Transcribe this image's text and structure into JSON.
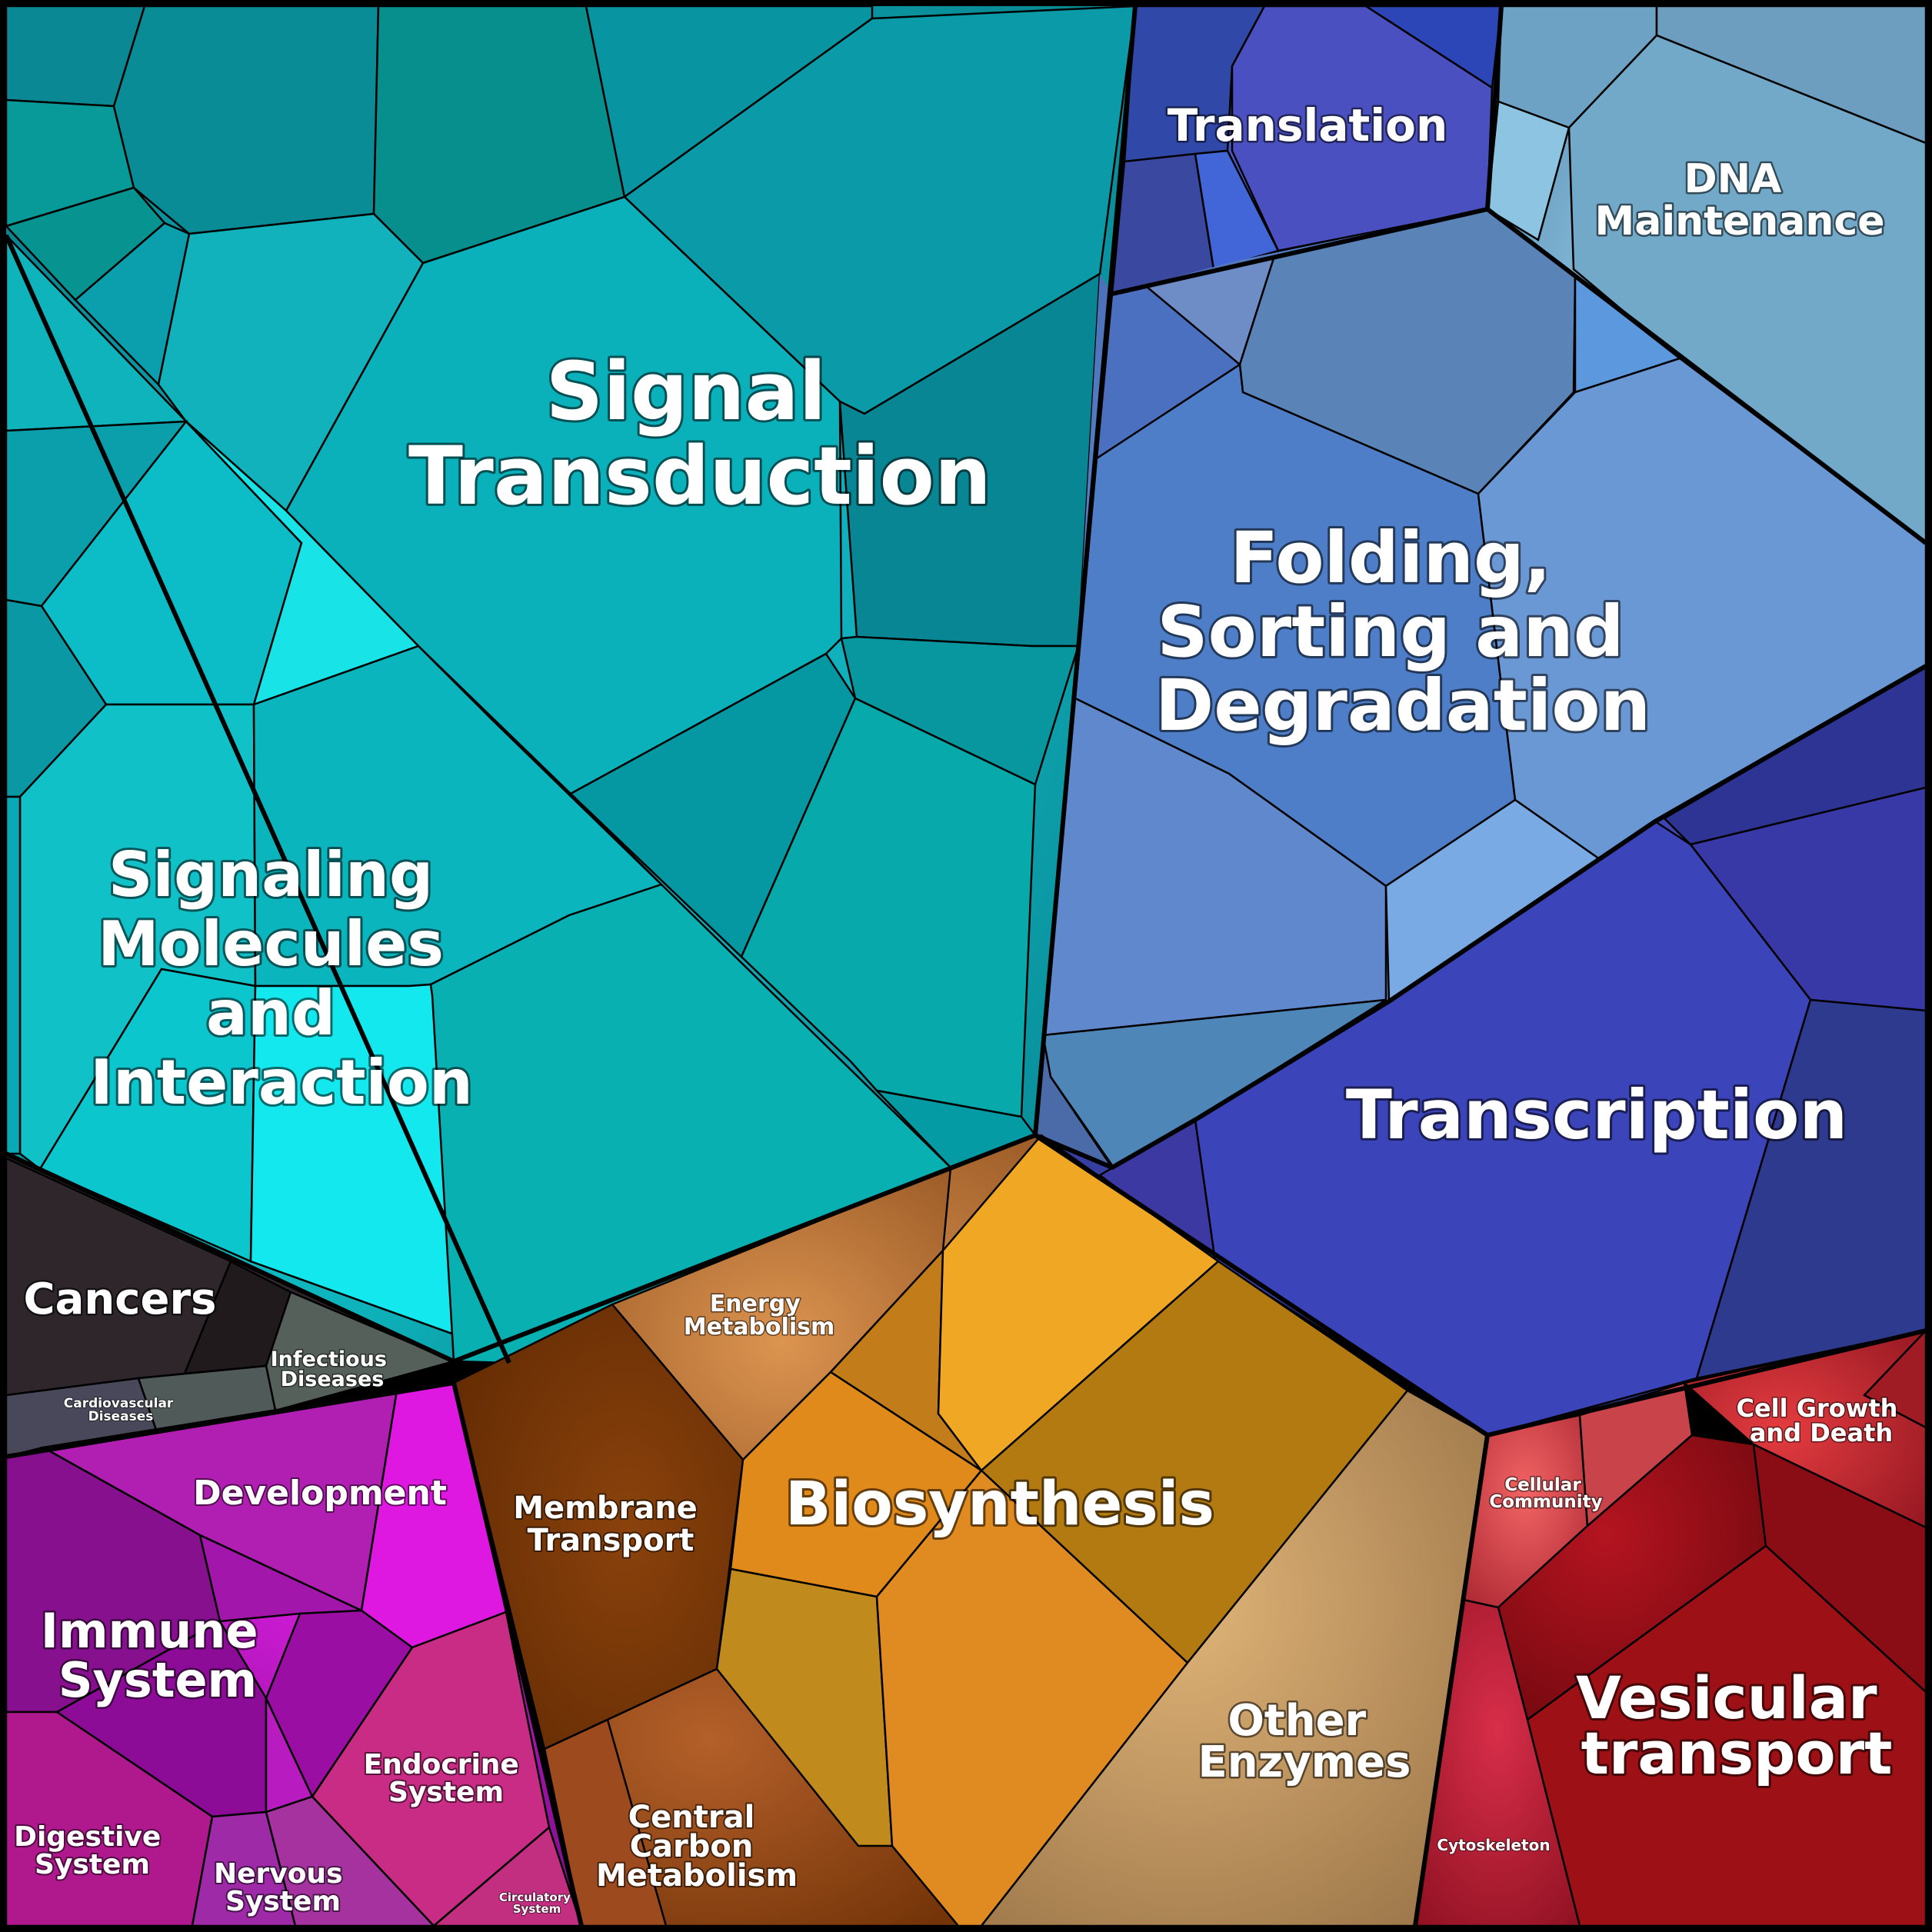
{
  "regions": [
    {
      "id": "signal-transduction",
      "label": [
        "Signal",
        "Transduction"
      ],
      "color": "#0aa3ad"
    },
    {
      "id": "signaling-molecules",
      "label": [
        "Signaling",
        "Molecules",
        "and",
        "Interaction"
      ],
      "color": "#10bec6"
    },
    {
      "id": "translation",
      "label": [
        "Translation"
      ],
      "color": "#4a5bd6"
    },
    {
      "id": "dna-maintenance",
      "label": [
        "DNA",
        "Maintenance"
      ],
      "color": "#7fb8d6"
    },
    {
      "id": "folding-sorting-degradation",
      "label": [
        "Folding,",
        "Sorting and",
        "Degradation"
      ],
      "color": "#5f8fd6"
    },
    {
      "id": "transcription",
      "label": [
        "Transcription"
      ],
      "color": "#3a3fae"
    },
    {
      "id": "cancers",
      "label": [
        "Cancers"
      ],
      "color": "#2c2428"
    },
    {
      "id": "infectious-diseases",
      "label": [
        "Infectious",
        "Diseases"
      ],
      "color": "#56605a"
    },
    {
      "id": "cardiovascular-diseases",
      "label": [
        "Cardiovascular",
        "Diseases"
      ],
      "color": "#464654"
    },
    {
      "id": "development",
      "label": [
        "Development"
      ],
      "color": "#c21dc4"
    },
    {
      "id": "immune-system",
      "label": [
        "Immune",
        "System"
      ],
      "color": "#8a0e96"
    },
    {
      "id": "endocrine-system",
      "label": [
        "Endocrine",
        "System"
      ],
      "color": "#d02a82"
    },
    {
      "id": "digestive-system",
      "label": [
        "Digestive",
        "System"
      ],
      "color": "#b01890"
    },
    {
      "id": "nervous-system",
      "label": [
        "Nervous",
        "System"
      ],
      "color": "#a02aa8"
    },
    {
      "id": "circulatory-system",
      "label": [
        "Circulatory",
        "System"
      ],
      "color": "#bd2f7e"
    },
    {
      "id": "energy-metabolism",
      "label": [
        "Energy",
        "Metabolism"
      ],
      "color": "#c0783a"
    },
    {
      "id": "membrane-transport",
      "label": [
        "Membrane",
        "Transport"
      ],
      "color": "#7a3606"
    },
    {
      "id": "biosynthesis",
      "label": [
        "Biosynthesis"
      ],
      "color": "#d28a1c"
    },
    {
      "id": "central-carbon-metabolism",
      "label": [
        "Central",
        "Carbon",
        "Metabolism"
      ],
      "color": "#a0501c"
    },
    {
      "id": "other-enzymes",
      "label": [
        "Other",
        "Enzymes"
      ],
      "color": "#c49a5e"
    },
    {
      "id": "cell-growth-and-death",
      "label": [
        "Cell Growth",
        "and Death"
      ],
      "color": "#b8242c"
    },
    {
      "id": "cellular-community",
      "label": [
        "Cellular",
        "Community"
      ],
      "color": "#d84a4e"
    },
    {
      "id": "vesicular-transport",
      "label": [
        "Vesicular",
        "transport"
      ],
      "color": "#9a0c14"
    },
    {
      "id": "cytoskeleton",
      "label": [
        "Cytoskeleton"
      ],
      "color": "#b81c34"
    }
  ]
}
